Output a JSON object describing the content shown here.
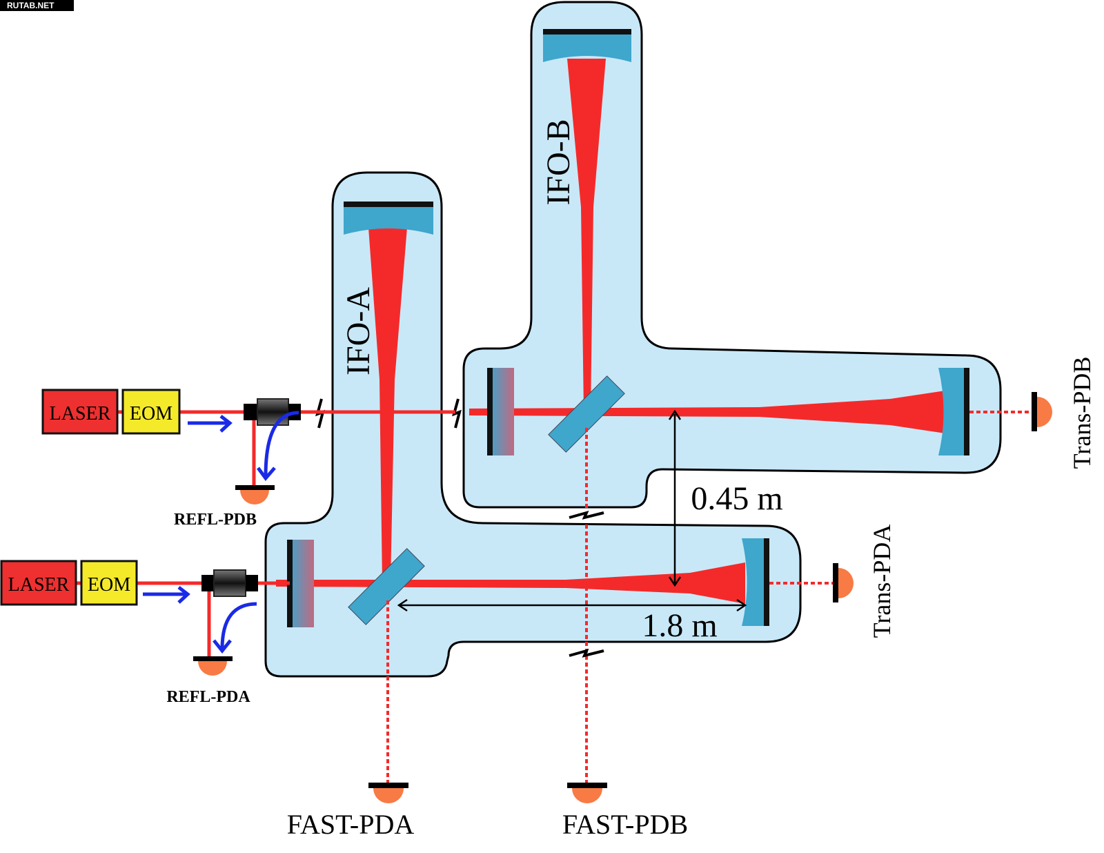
{
  "watermark": "RUTAB.NET",
  "ifo_a": {
    "label": "IFO-A",
    "laser": "LASER",
    "eom": "EOM",
    "refl": "REFL-PDA",
    "trans": "Trans-PDA",
    "fast": "FAST-PDA"
  },
  "ifo_b": {
    "label": "IFO-B",
    "laser": "LASER",
    "eom": "EOM",
    "refl": "REFL-PDB",
    "trans": "Trans-PDB",
    "fast": "FAST-PDB"
  },
  "dimensions": {
    "separation": "0.45 m",
    "arm_length": "1.8 m"
  },
  "colors": {
    "vacuum": "#c8e8f8",
    "beam": "#f42a2a",
    "laser": "#ee3030",
    "eom": "#f4ea2a",
    "pd": "#f87a44",
    "arrow": "#1a2ae6",
    "mirror": "#3fa6cc"
  }
}
